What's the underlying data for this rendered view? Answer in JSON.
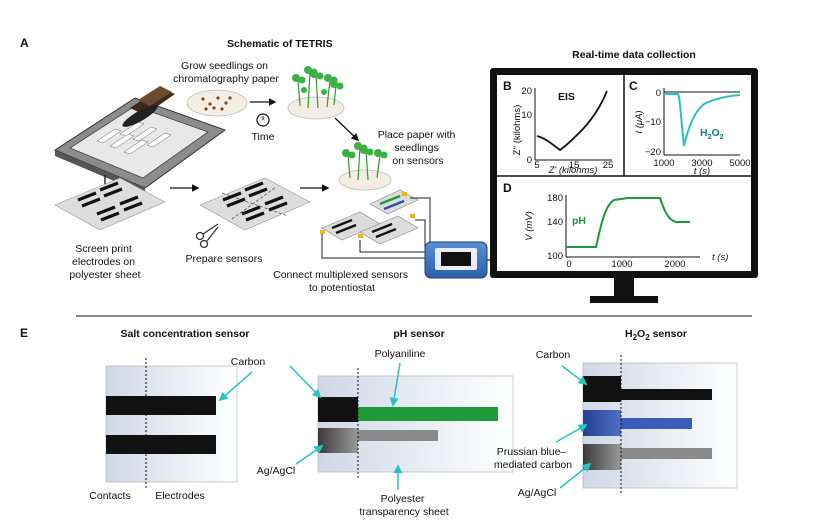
{
  "panel_a": {
    "letter": "A",
    "title": "Schematic of TETRIS",
    "grow_seedlings": [
      "Grow seedlings on",
      "chromatography paper"
    ],
    "time_label": "Time",
    "place_paper": [
      "Place paper with",
      "seedlings",
      "on sensors"
    ],
    "screen_print": [
      "Screen print",
      "electrodes on",
      "polyester sheet"
    ],
    "prepare_sensors": "Prepare sensors",
    "connect": [
      "Connect multiplexed sensors",
      "to potentiostat"
    ]
  },
  "realtime": {
    "title": "Real-time data collection"
  },
  "panel_b": {
    "letter": "B",
    "ylabel": "Z'' (kilohms)",
    "xlabel": "Z' (kilohms)",
    "annotation": "EIS",
    "xticks": [
      "5",
      "15",
      "25"
    ],
    "yticks": [
      "20",
      "10",
      "0"
    ]
  },
  "panel_c": {
    "letter": "C",
    "ylabel": "I (μA)",
    "xlabel": "t (s)",
    "annotation": "H",
    "annotation_sub1": "2",
    "annotation_mid": "O",
    "annotation_sub2": "2",
    "xticks": [
      "1000",
      "3000",
      "5000"
    ],
    "yticks": [
      "0",
      "−10",
      "−20"
    ]
  },
  "panel_d": {
    "letter": "D",
    "ylabel": "V (mV)",
    "xlabel": "t (s)",
    "annotation": "pH",
    "xticks": [
      "0",
      "1000",
      "2000"
    ],
    "yticks": [
      "180",
      "140",
      "100"
    ]
  },
  "panel_e": {
    "letter": "E",
    "salt_title": "Salt concentration sensor",
    "ph_title": "pH sensor",
    "h2o2_title_a": "H",
    "h2o2_title_sub1": "2",
    "h2o2_title_b": "O",
    "h2o2_title_sub2": "2",
    "h2o2_title_c": " sensor",
    "carbon": "Carbon",
    "contacts": "Contacts",
    "electrodes": "Electrodes",
    "agagcl": "Ag/AgCl",
    "polyaniline": "Polyaniline",
    "polyester": [
      "Polyester",
      "transparency sheet"
    ],
    "carbon2": "Carbon",
    "prussian": [
      "Prussian blue–",
      "mediated carbon"
    ],
    "agagcl2": "Ag/AgCl"
  },
  "colors": {
    "teal": "#27c2c2",
    "green": "#1f9a3a",
    "blue": "#2d4fa8",
    "gray": "#6b6b6b",
    "black": "#111111"
  }
}
